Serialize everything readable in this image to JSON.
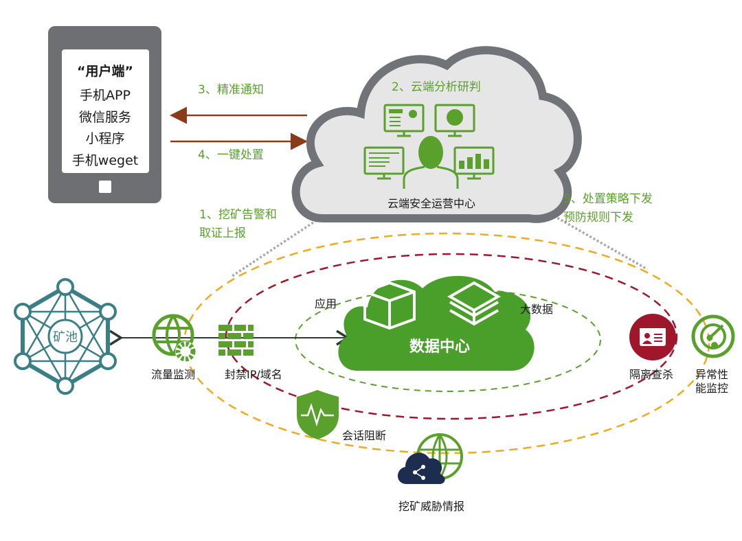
{
  "user_side": {
    "title": "“用户端”",
    "items": [
      "手机APP",
      "微信服务",
      "小程序",
      "手机weget"
    ]
  },
  "steps": {
    "step1_line1": "1、挖矿告警和",
    "step1_line2": "取证上报",
    "step2": "2、云端分析研判",
    "step3": "3、精准通知",
    "step4": "4、一键处置",
    "step5_line1": "5、处置策略下发",
    "step5_line2": "预防规则下发"
  },
  "cloud_center": {
    "label": "云端安全运营中心"
  },
  "data_center": {
    "label": "数据中心",
    "left_label": "应用",
    "right_label": "大数据"
  },
  "mining_pool": {
    "label": "矿池"
  },
  "nodes": {
    "traffic": "流量监测",
    "block": "封禁IP/域名",
    "session": "会话阻断",
    "intel": "挖矿威胁情报",
    "isolate": "隔离查杀",
    "anomaly_line1": "异常性",
    "anomaly_line2": "能监控"
  },
  "colors": {
    "green": "#5aa02c",
    "brown_arrow": "#8b3a1a",
    "cloud_outline": "#707378",
    "orange_ring": "#f0a91c",
    "red_ring": "#a0162a",
    "teal": "#3a7f86",
    "navy": "#1c2d4f"
  }
}
